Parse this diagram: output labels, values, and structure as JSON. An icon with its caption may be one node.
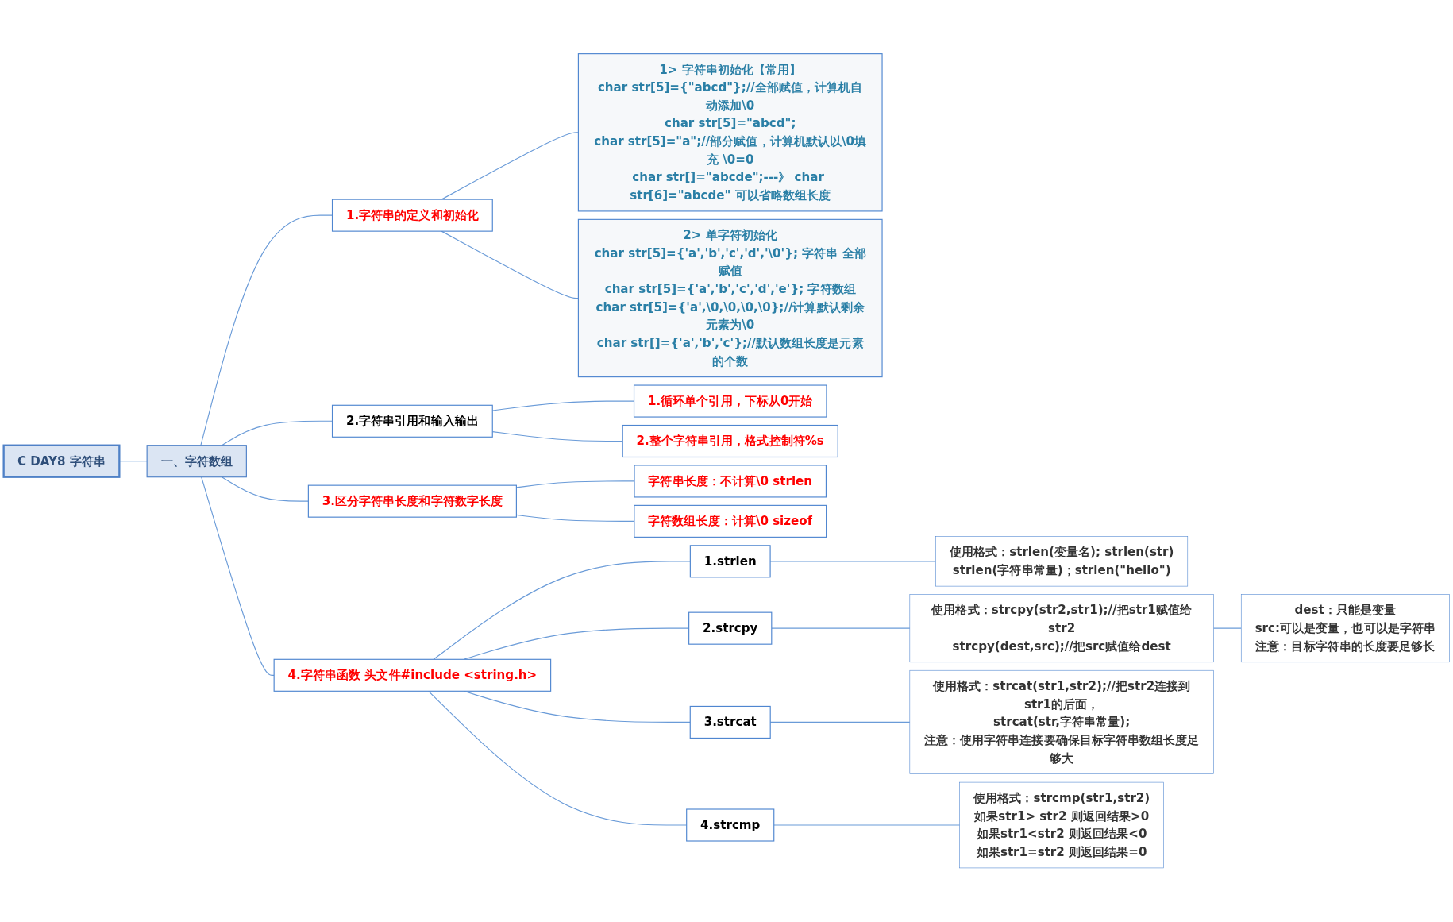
{
  "diagram": {
    "nodes": [
      {
        "text": [
          "C DAY8 字符串"
        ]
      },
      {
        "text": [
          "一、字符数组"
        ]
      },
      {
        "text": [
          "1.字符串的定义和初始化"
        ]
      },
      {
        "text": [
          "1> 字符串初始化【常用】",
          "char str[5]={\"abcd\"};//全部赋值，计算机自动添加\\0",
          "char str[5]=\"abcd\";",
          "char str[5]=\"a\";//部分赋值，计算机默认以\\0填充 \\0=0",
          "char str[]=\"abcde\";---》 char str[6]=\"abcde\" 可以省略数组长度"
        ]
      },
      {
        "text": [
          "2> 单字符初始化",
          "char str[5]={'a','b','c','d','\\0'}; 字符串 全部赋值",
          "char str[5]={'a','b','c','d','e'}; 字符数组",
          "char str[5]={'a',\\0,\\0,\\0,\\0};//计算默认剩余元素为\\0",
          "char str[]={'a','b','c'};//默认数组长度是元素的个数"
        ]
      },
      {
        "text": [
          "2.字符串引用和输入输出"
        ]
      },
      {
        "text": [
          "1.循环单个引用，下标从0开始"
        ]
      },
      {
        "text": [
          "2.整个字符串引用，格式控制符%s"
        ]
      },
      {
        "text": [
          "3.区分字符串长度和字符数字长度"
        ]
      },
      {
        "text": [
          "字符串长度：不计算\\0 strlen"
        ]
      },
      {
        "text": [
          "字符数组长度：计算\\0 sizeof"
        ]
      },
      {
        "text": [
          "4.字符串函数 头文件#include <string.h>"
        ]
      },
      {
        "text": [
          "1.strlen"
        ]
      },
      {
        "text": [
          "使用格式：strlen(变量名); strlen(str)",
          "strlen(字符串常量)；strlen(\"hello\")"
        ]
      },
      {
        "text": [
          "2.strcpy"
        ]
      },
      {
        "text": [
          "使用格式：strcpy(str2,str1);//把str1赋值给str2",
          "strcpy(dest,src);//把src赋值给dest"
        ]
      },
      {
        "text": [
          "dest：只能是变量",
          "src:可以是变量，也可以是字符串",
          "注意：目标字符串的长度要足够长"
        ]
      },
      {
        "text": [
          "3.strcat"
        ]
      },
      {
        "text": [
          "使用格式：strcat(str1,str2);//把str2连接到str1的后面，",
          "strcat(str,字符串常量);",
          "注意：使用字符串连接要确保目标字符串数组长度足够大"
        ]
      },
      {
        "text": [
          "4.strcmp"
        ]
      },
      {
        "text": [
          "使用格式：strcmp(str1,str2)",
          "如果str1> str2 则返回结果>0",
          "如果str1<str2 则返回结果<0",
          "如果str1=str2 则返回结果=0"
        ]
      }
    ],
    "edges": [
      {
        "from": 0,
        "to": 1,
        "arrow": "none"
      },
      {
        "from": 1,
        "to": 2,
        "arrow": "none"
      },
      {
        "from": 2,
        "to": 3,
        "arrow": "none"
      },
      {
        "from": 2,
        "to": 4,
        "arrow": "none"
      },
      {
        "from": 1,
        "to": 5,
        "arrow": "none"
      },
      {
        "from": 5,
        "to": 6,
        "arrow": "none"
      },
      {
        "from": 5,
        "to": 7,
        "arrow": "none"
      },
      {
        "from": 1,
        "to": 8,
        "arrow": "none"
      },
      {
        "from": 8,
        "to": 9,
        "arrow": "none"
      },
      {
        "from": 8,
        "to": 10,
        "arrow": "none"
      },
      {
        "from": 1,
        "to": 11,
        "arrow": "none"
      },
      {
        "from": 11,
        "to": 12,
        "arrow": "none"
      },
      {
        "from": 12,
        "to": 13,
        "arrow": "none"
      },
      {
        "from": 11,
        "to": 14,
        "arrow": "none"
      },
      {
        "from": 14,
        "to": 15,
        "arrow": "none"
      },
      {
        "from": 15,
        "to": 16,
        "arrow": "none"
      },
      {
        "from": 11,
        "to": 17,
        "arrow": "none"
      },
      {
        "from": 17,
        "to": 18,
        "arrow": "none"
      },
      {
        "from": 11,
        "to": 19,
        "arrow": "none"
      },
      {
        "from": 19,
        "to": 20,
        "arrow": "none"
      }
    ]
  }
}
